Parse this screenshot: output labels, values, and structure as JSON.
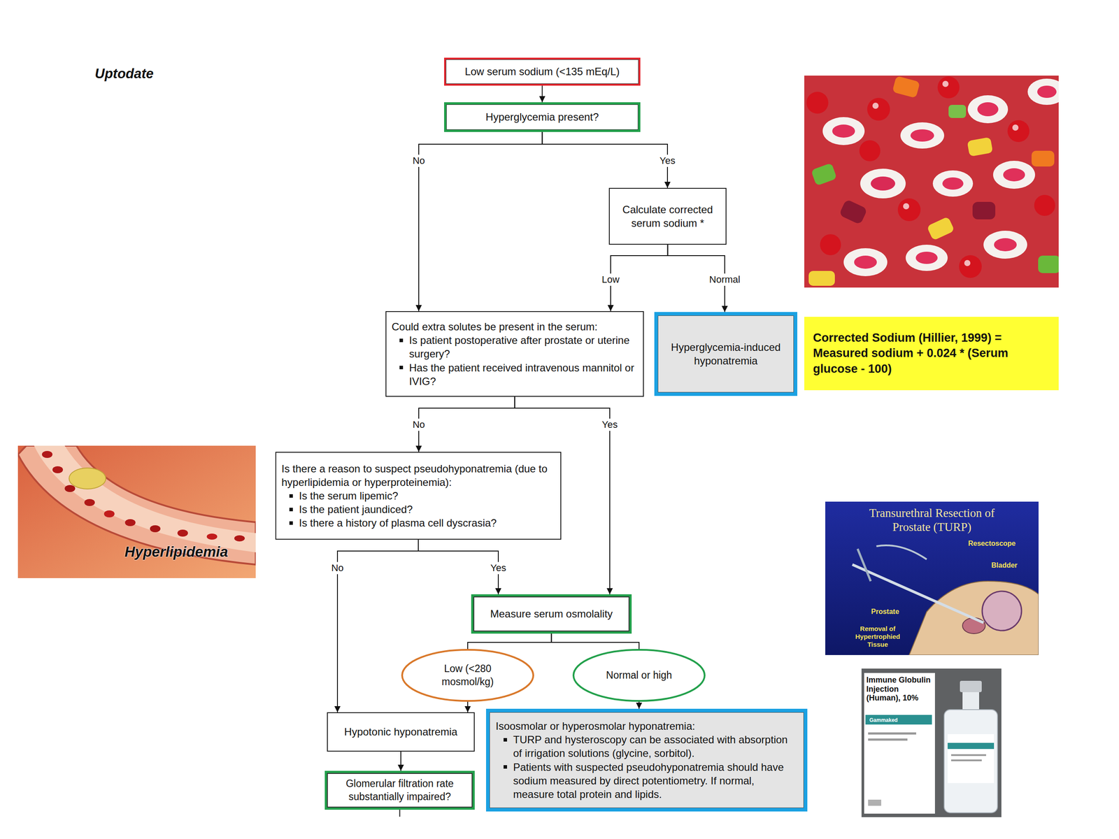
{
  "diagram": {
    "nodes": [
      {
        "text": [
          "Low serum sodium (<135 mEq/L)"
        ]
      },
      {
        "text": [
          "Hyperglycemia present?"
        ]
      },
      {
        "text": [
          "Calculate corrected serum sodium *"
        ]
      },
      {
        "text": [
          "Could extra solutes be present in the serum:",
          "Is patient postoperative after prostate or uterine surgery?",
          "Has the patient received intravenous mannitol or IVIG?"
        ]
      },
      {
        "text": [
          "Hyperglycemia-induced hyponatremia"
        ]
      },
      {
        "text": [
          "Corrected Sodium (Hillier, 1999) = Measured sodium + 0.024 * (Serum glucose - 100)"
        ]
      },
      {
        "text": [
          "Is there a reason to suspect pseudohyponatremia (due to hyperlipidemia or hyperproteinemia):",
          "Is the serum lipemic?",
          "Is the patient jaundiced?",
          "Is there a history of plasma cell dyscrasia?"
        ]
      },
      {
        "text": [
          "Measure serum osmolality"
        ]
      },
      {
        "text": [
          "Low (<280 mosmol/kg)"
        ]
      },
      {
        "text": [
          "Normal or high"
        ]
      },
      {
        "text": [
          "Hypotonic hyponatremia"
        ]
      },
      {
        "text": [
          "Isoosmolar or hyperosmolar hyponatremia:",
          "TURP and hysteroscopy can be associated with absorption of irrigation solutions (glycine, sorbitol).",
          "Patients with suspected pseudohyponatremia should have sodium measured by direct potentiometry. If normal, measure total protein and lipids."
        ]
      },
      {
        "text": [
          "Glomerular filtration rate substantially impaired?"
        ]
      }
    ],
    "edges": [
      {
        "from": 0,
        "to": 1,
        "arrow": "to"
      },
      {
        "from": 1,
        "to": 3,
        "label": "No",
        "arrow": "to"
      },
      {
        "from": 1,
        "to": 2,
        "label": "Yes",
        "arrow": "to"
      },
      {
        "from": 2,
        "to": 3,
        "label": "Low",
        "arrow": "to"
      },
      {
        "from": 2,
        "to": 4,
        "label": "Normal",
        "arrow": "to"
      },
      {
        "from": 3,
        "to": 6,
        "label": "No",
        "arrow": "to"
      },
      {
        "from": 3,
        "to": 7,
        "label": "Yes",
        "arrow": "to"
      },
      {
        "from": 6,
        "to": 10,
        "label": "No",
        "arrow": "to"
      },
      {
        "from": 6,
        "to": 7,
        "label": "Yes",
        "arrow": "to"
      },
      {
        "from": 7,
        "to": 8,
        "arrow": "none"
      },
      {
        "from": 7,
        "to": 9,
        "arrow": "none"
      },
      {
        "from": 8,
        "to": 10,
        "arrow": "to"
      },
      {
        "from": 9,
        "to": 11,
        "arrow": "to"
      },
      {
        "from": 10,
        "to": 12,
        "arrow": "to"
      }
    ],
    "labels": [
      "Uptodate",
      "Hyperlipidemia",
      "Transurethral Resection of Prostate (TURP)",
      "Resectoscope",
      "Bladder",
      "Prostate",
      "Removal of Hypertrophied Tissue",
      "Immune Globulin Injection (Human), 10%",
      "Gammaked"
    ]
  }
}
